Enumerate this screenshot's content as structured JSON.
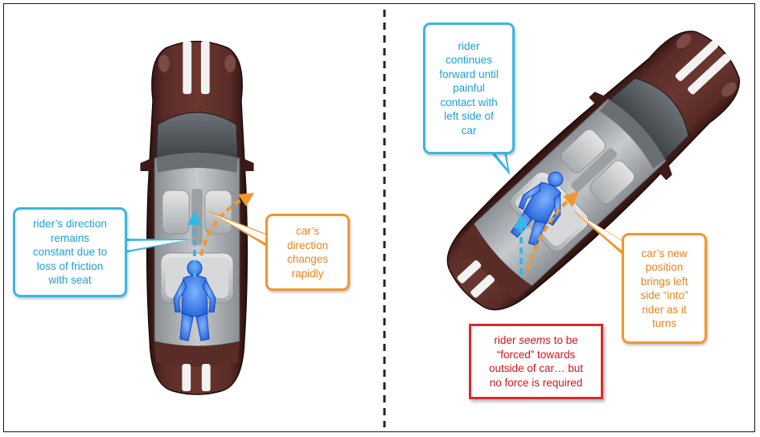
{
  "left_panel": {
    "rider_callout": [
      "rider’s direction",
      "remains",
      "constant due to",
      "loss of friction",
      "with seat"
    ],
    "car_callout": [
      "car’s",
      "direction",
      "changes",
      "rapidly"
    ]
  },
  "right_panel": {
    "rider_callout": [
      "rider",
      "continues",
      "forward until",
      "painful",
      "contact with",
      "left side of",
      "car"
    ],
    "car_callout": [
      "car’s new",
      "position",
      "brings left",
      "side “into”",
      "rider as it",
      "turns"
    ],
    "conclusion": {
      "line1_before": "rider ",
      "line1_emph": "seems",
      "line1_after": " to be",
      "line2": "“forced” towards",
      "line3": "outside of car… but",
      "line4": "no force is required"
    }
  },
  "colors": {
    "rider_blue": "#35b8e6",
    "car_orange": "#f0972d",
    "conclusion_red": "#d92b2b",
    "car_body": "#4a2320",
    "stripe": "#f2f2f2",
    "divider": "#222222"
  }
}
